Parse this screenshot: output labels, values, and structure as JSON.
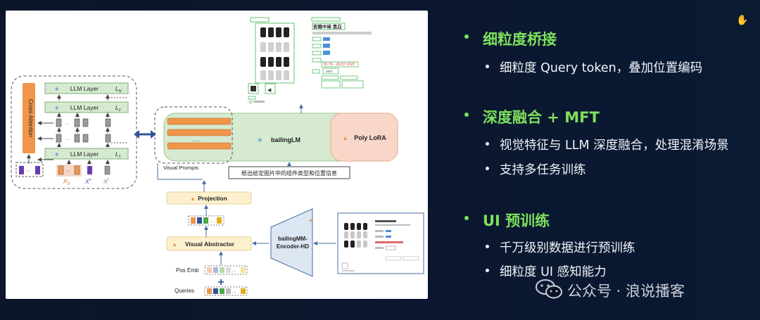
{
  "diagram": {
    "llm_layers": [
      {
        "label": "LLM Layer",
        "sub": "L_N",
        "sub_main": "L",
        "sub_idx": "N"
      },
      {
        "label": "LLM Layer",
        "sub": "L_2",
        "sub_main": "L",
        "sub_idx": "2"
      },
      {
        "label": "LLM Layer",
        "sub": "L_1",
        "sub_main": "L",
        "sub_idx": "1"
      }
    ],
    "cross_attention": "Cross Attention",
    "inputs": {
      "p0_main": "P",
      "p0_sub": "0",
      "xv_main": "X",
      "xv_sup": "v",
      "xt_main": "X",
      "xt_sup": "t"
    },
    "bailing_lm": "bailingLM",
    "poly_lora": "Poly LoRA",
    "visual_prompts": "Visual Prompts",
    "prompt_text": "框出给定图片中的组件类型和位置信息",
    "projection": "Projection",
    "visual_abstractor": "Visual Abstractor",
    "encoder": "bailingMM-Encoder-HD",
    "pos_emb": "Pos Emb",
    "queries": "Queries",
    "dots": "......",
    "product": {
      "title": "安踏中袜 黑白",
      "price": "70.76 - 26.57 CNY",
      "qty": "2871"
    }
  },
  "sections": [
    {
      "title": "细粒度桥接",
      "bullets": [
        "细粒度 Query token，叠加位置编码"
      ]
    },
    {
      "title": "深度融合 + MFT",
      "bullets": [
        "视觉特征与 LLM 深度融合，处理混淆场景",
        "支持多任务训练"
      ]
    },
    {
      "title": "UI 预训练",
      "bullets": [
        "千万级别数据进行预训练",
        "细粒度 UI 感知能力"
      ]
    }
  ],
  "watermark": "公众号 · 浪说播客",
  "colors": {
    "accent_green": "#7ee05a",
    "green_box": "#d6ead0",
    "orange": "#f0954a",
    "lora_fill": "#f9d7c8",
    "background": "#0c1424"
  }
}
